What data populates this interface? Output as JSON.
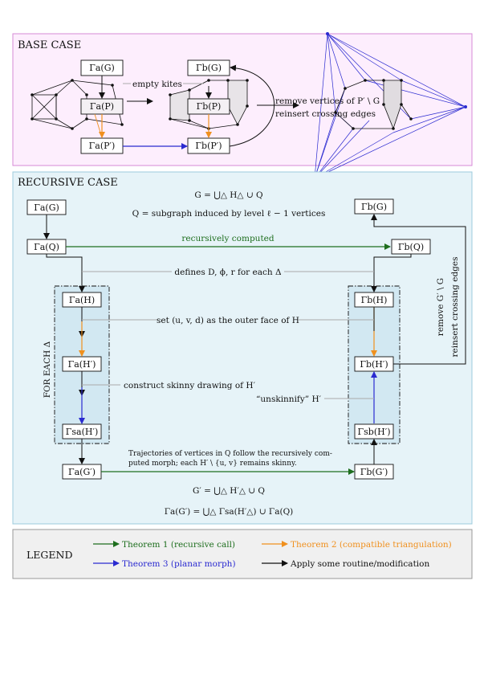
{
  "base_case": {
    "title": "BASE CASE",
    "nodes": {
      "ga_g": "Γa(G)",
      "ga_p": "Γa(P)",
      "ga_pp": "Γa(P′)",
      "gb_g": "Γb(G)",
      "gb_p": "Γb(P)",
      "gb_pp": "Γb(P′)"
    },
    "empty_kites": "empty kites",
    "remove_line1": "remove vertices of P′ \\ G",
    "remove_line2": "reinsert crossing edges"
  },
  "recursive_case": {
    "title": "RECURSIVE CASE",
    "eq_g": "G = ⋃△ H△ ∪ Q",
    "q_def": "Q = subgraph induced by level ℓ − 1 vertices",
    "recursively_computed": "recursively computed",
    "defines": "defines D, ϕ, r for each Δ",
    "set_outer": "set (u, v, d) as the outer face of H",
    "skinny": "construct skinny drawing of H′",
    "unskinnify": "“unskinnify” H′",
    "for_each": "FOR EACH Δ",
    "remove_g": "remove G′ \\ G",
    "reinsert": "reinsert crossing edges",
    "trajectories_line1": "Trajectories of vertices in Q follow the recursively com-",
    "trajectories_line2": "puted morph; each H′ \\ {u, v} remains skinny.",
    "eq_gp": "G′ = ⋃△ H′△ ∪ Q",
    "eq_gamma": "Γa(G′) = ⋃△ Γsa(H′△) ∪ Γa(Q)",
    "nodes": {
      "ga_g": "Γa(G)",
      "ga_q": "Γa(Q)",
      "ga_h": "Γa(H)",
      "ga_hp": "Γa(H′)",
      "gsa_hp": "Γsa(H′)",
      "ga_gp": "Γa(G′)",
      "gb_g": "Γb(G)",
      "gb_q": "Γb(Q)",
      "gb_h": "Γb(H)",
      "gb_hp": "Γb(H′)",
      "gsb_hp": "Γsb(H′)",
      "gb_gp": "Γb(G′)"
    }
  },
  "legend": {
    "title": "LEGEND",
    "items": [
      {
        "label": "Theorem 1 (recursive call)",
        "color": "#1e6e1e"
      },
      {
        "label": "Theorem 2 (compatible triangulation)",
        "color": "#f0901e"
      },
      {
        "label": "Theorem 3 (planar morph)",
        "color": "#2a2ad0"
      },
      {
        "label": "Apply some routine/modification",
        "color": "#111111"
      }
    ]
  },
  "colors": {
    "base_bg": "#fdeefd",
    "base_border": "#d68ad6",
    "rec_bg": "#e6f3f8",
    "rec_border": "#9ccbdc",
    "inner_bg": "#d2e8f2",
    "legend_bg": "#f0f0f0",
    "green": "#1e6e1e",
    "orange": "#f0901e",
    "blue": "#2a2ad0",
    "gray": "#aaaaaa"
  }
}
